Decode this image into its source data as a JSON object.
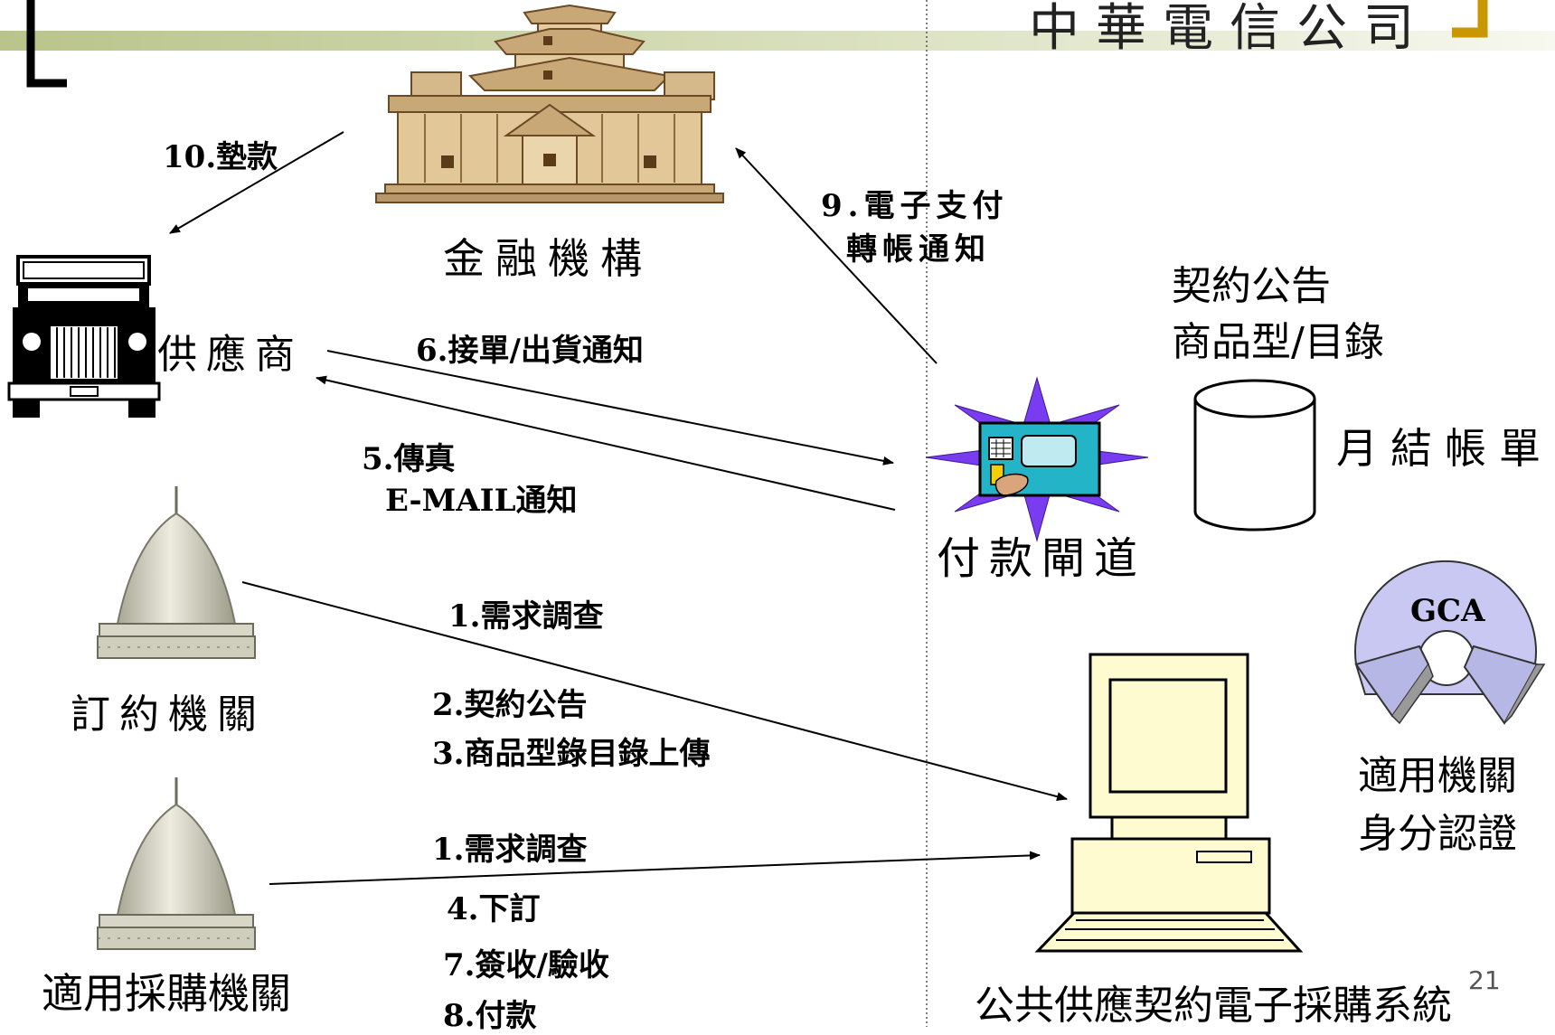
{
  "header": {
    "title": "中華電信公司",
    "bracket_open": "[",
    "bracket_close": "」"
  },
  "entities": {
    "bank": "金融機構",
    "supplier": "供應商",
    "contracting_agency": "訂約機關",
    "procurement_agency": "適用採購機關",
    "payment_gateway": "付款閘道",
    "system": "公共供應契約電子採購系統",
    "monthly_bill": "月結帳單",
    "contract_announce_1": "契約公告",
    "contract_announce_2": "商品型/目錄",
    "gca_badge": "GCA",
    "gca_label_1": "適用機關",
    "gca_label_2": "身分認證"
  },
  "flows": {
    "f10": "10.墊款",
    "f9a": "9.電子支付",
    "f9b": "轉帳通知",
    "f6": "6.接單/出貨通知",
    "f5a": "5.傳真",
    "f5b": "E-MAIL通知",
    "f1a": "1.需求調查",
    "f2": "2.契約公告",
    "f3": "3.商品型錄目錄上傳",
    "f1b": "1.需求調查",
    "f4": "4.下訂",
    "f7": "7.簽收/驗收",
    "f8": "8.付款"
  },
  "page_number": "21",
  "colors": {
    "header_bar": "#b9c48a",
    "accent": "#c99700",
    "bank": "#d2b48c",
    "dome": "#d9d7c6",
    "gca_disc": "#c8c8f2",
    "gateway_star": "#7a3cf0",
    "gateway_screen": "#23b4c8"
  }
}
